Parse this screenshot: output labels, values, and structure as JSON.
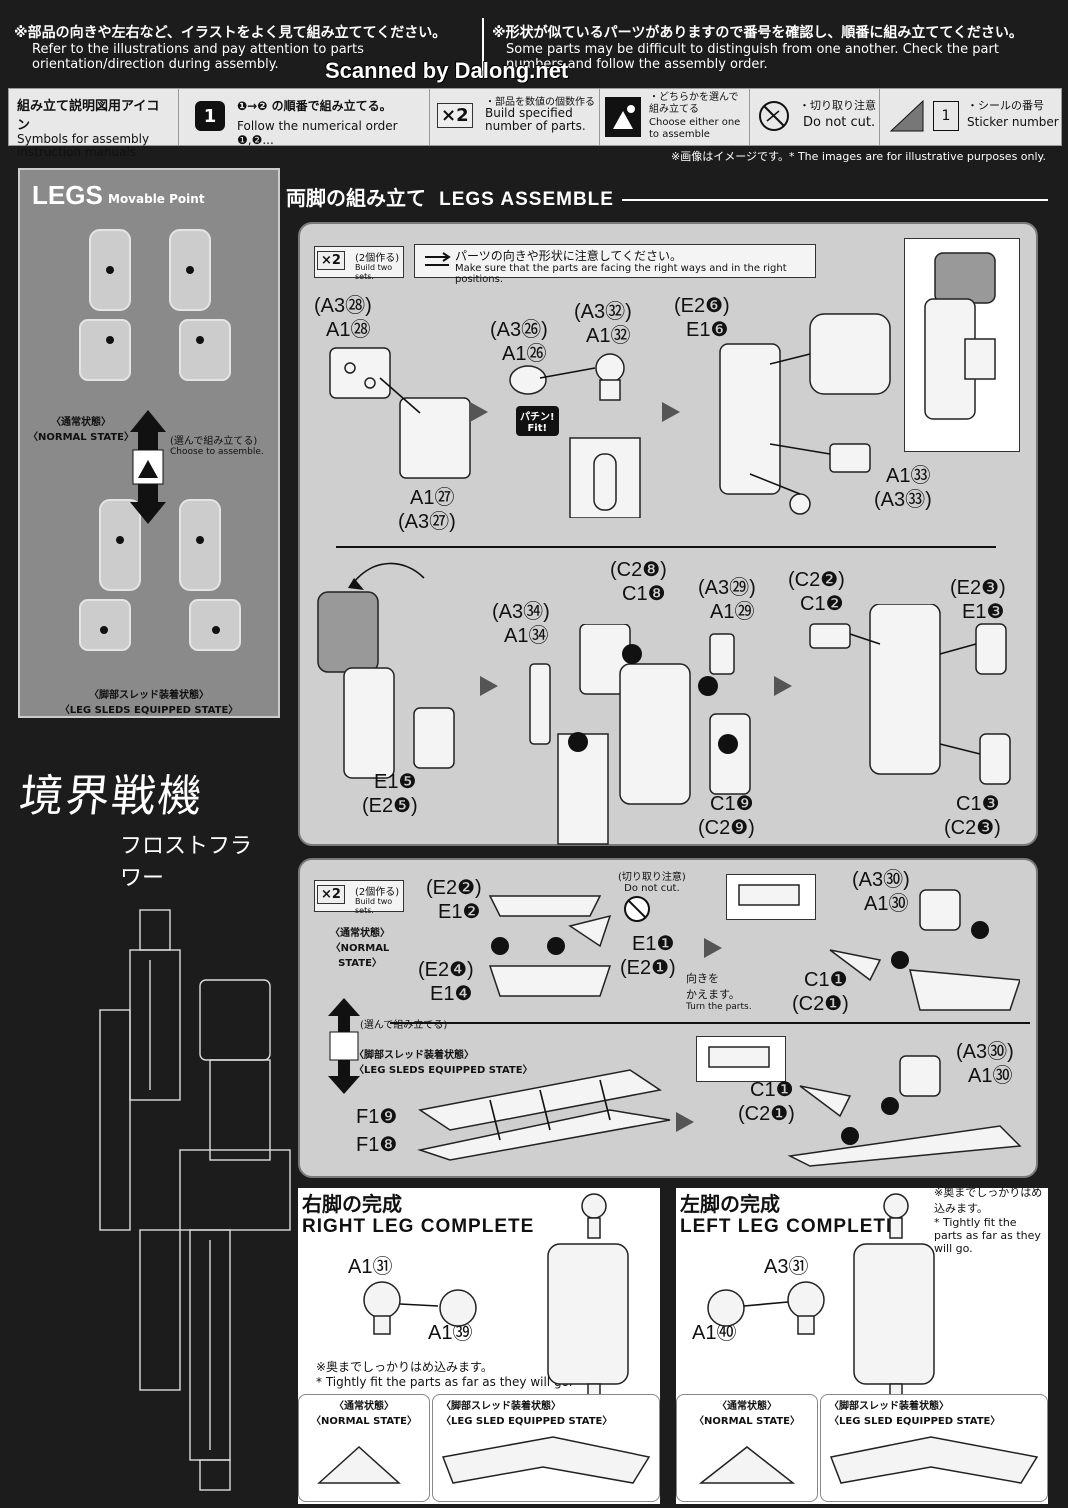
{
  "header": {
    "left_jp": "※部品の向きや左右など、イラストをよく見て組み立ててください。",
    "left_en": "Refer to the illustrations and pay attention to parts orientation/direction during assembly.",
    "right_jp": "※形状が似ているパーツがありますので番号を確認し、順番に組み立ててください。",
    "right_en": "Some parts may be difficult to distinguish from one another. Check the part numbers and follow the assembly order.",
    "watermark": "Scanned by Dalong.net"
  },
  "legend": {
    "title_jp": "組み立て説明図用アイコン",
    "title_en": "Symbols for assembly instruction manuals",
    "order_jp": "の順番で組み立てる。",
    "order_en": "Follow the numerical order",
    "order_badge": "1",
    "build_jp": "・部品を数値の個数作る",
    "build_en": "Build specified number of parts.",
    "build_badge": "×2",
    "choose_jp": "・どちらかを選んで組み立てる",
    "choose_en": "Choose either one to assemble",
    "cut_jp": "・切り取り注意",
    "cut_en": "Do not cut.",
    "sticker_jp": "・シールの番号",
    "sticker_en": "Sticker number",
    "sticker_num": "1",
    "note": "※画像はイメージです。* The images are for illustrative purposes only."
  },
  "legs_panel": {
    "title": "LEGS",
    "movable": "Movable Point",
    "normal_jp": "〈通常状態〉",
    "normal_en": "〈NORMAL STATE〉",
    "choose_jp": "(選んで組み立てる)",
    "choose_en": "Choose to assemble.",
    "sled_jp": "〈脚部スレッド装着状態〉",
    "sled_en": "〈LEG SLEDS EQUIPPED STATE〉"
  },
  "logo": {
    "jp1": "境界戦機",
    "jp2": "フロストフラワー"
  },
  "section": {
    "title_jp": "両脚の組み立て",
    "title_en": "LEGS ASSEMBLE"
  },
  "panel1": {
    "x2_label": "×2",
    "x2_jp": "(2個作る)",
    "x2_en": "Build two sets.",
    "notice_jp": "パーツの向きや形状に注意してください。",
    "notice_en": "Make sure that the parts are facing the right ways and in the right positions.",
    "s1_top": [
      "(A3㉘)",
      "A1㉘"
    ],
    "s1_bottom": [
      "A1㉗",
      "(A3㉗)"
    ],
    "s2_left": [
      "(A3㉖)",
      "A1㉖"
    ],
    "s2_right": [
      "(A3㉜)",
      "A1㉜"
    ],
    "fit_jp": "パチン!",
    "fit_en": "Fit!",
    "s3_top": [
      "(E2❻)",
      "E1❻"
    ],
    "s3_bottom": [
      "A1㉝",
      "(A3㉝)"
    ],
    "s4_bottom": [
      "E1❺",
      "(E2❺)"
    ],
    "s5_top": [
      "(C2❽)",
      "C1❽"
    ],
    "s5_left": [
      "(A3㉞)",
      "A1㉞"
    ],
    "s5_right": [
      "(A3㉙)",
      "A1㉙"
    ],
    "s5_bottom": [
      "C1❾",
      "(C2❾)"
    ],
    "s6_top_left": [
      "(C2❷)",
      "C1❷"
    ],
    "s6_top_right": [
      "(E2❸)",
      "E1❸"
    ],
    "s6_bottom": [
      "C1❸",
      "(C2❸)"
    ]
  },
  "panel2": {
    "x2_label": "×2",
    "x2_jp": "(2個作る)",
    "x2_en": "Build two sets.",
    "normal_jp": "〈通常状態〉",
    "normal_en": "〈NORMAL STATE〉",
    "a_top": [
      "(E2❷)",
      "E1❷"
    ],
    "a_mid": [
      "(E2❹)",
      "E1❹"
    ],
    "cut_jp": "(切り取り注意)",
    "cut_en": "Do not cut.",
    "a_right": [
      "E1❶",
      "(E2❶)"
    ],
    "turn_jp1": "向きを",
    "turn_jp2": "かえます。",
    "turn_en": "Turn the parts.",
    "b_top": [
      "(A3㉚)",
      "A1㉚"
    ],
    "b_left": [
      "C1❶",
      "(C2❶)"
    ],
    "choose_jp": "(選んで組み立てる)",
    "sled_jp": "〈脚部スレッド装着状態〉",
    "sled_en": "〈LEG SLEDS EQUIPPED STATE〉",
    "c_f9": "F1❾",
    "c_f8": "F1❽",
    "d_left": [
      "C1❶",
      "(C2❶)"
    ],
    "d_right": [
      "(A3㉚)",
      "A1㉚"
    ]
  },
  "complete": {
    "right_jp": "右脚の完成",
    "right_en": "RIGHT LEG COMPLETE",
    "left_jp": "左脚の完成",
    "left_en": "LEFT LEG COMPLETE",
    "r_a131": "A1㉛",
    "r_a154": "A1㊴",
    "l_a331": "A3㉛",
    "l_a155": "A1㊵",
    "fit_note_jp": "※奥までしっかりはめ込みます。",
    "fit_note_en": "* Tightly fit the parts as far as they will go.",
    "fit_note2_jp": "※奥までしっかりはめ込みます。",
    "fit_note2_en": "* Tightly fit the parts as far as they will go.",
    "normal_jp": "〈通常状態〉",
    "normal_en": "〈NORMAL STATE〉",
    "sled_jp": "〈脚部スレッド装着状態〉",
    "sled_en": "〈LEG SLED EQUIPPED STATE〉"
  }
}
